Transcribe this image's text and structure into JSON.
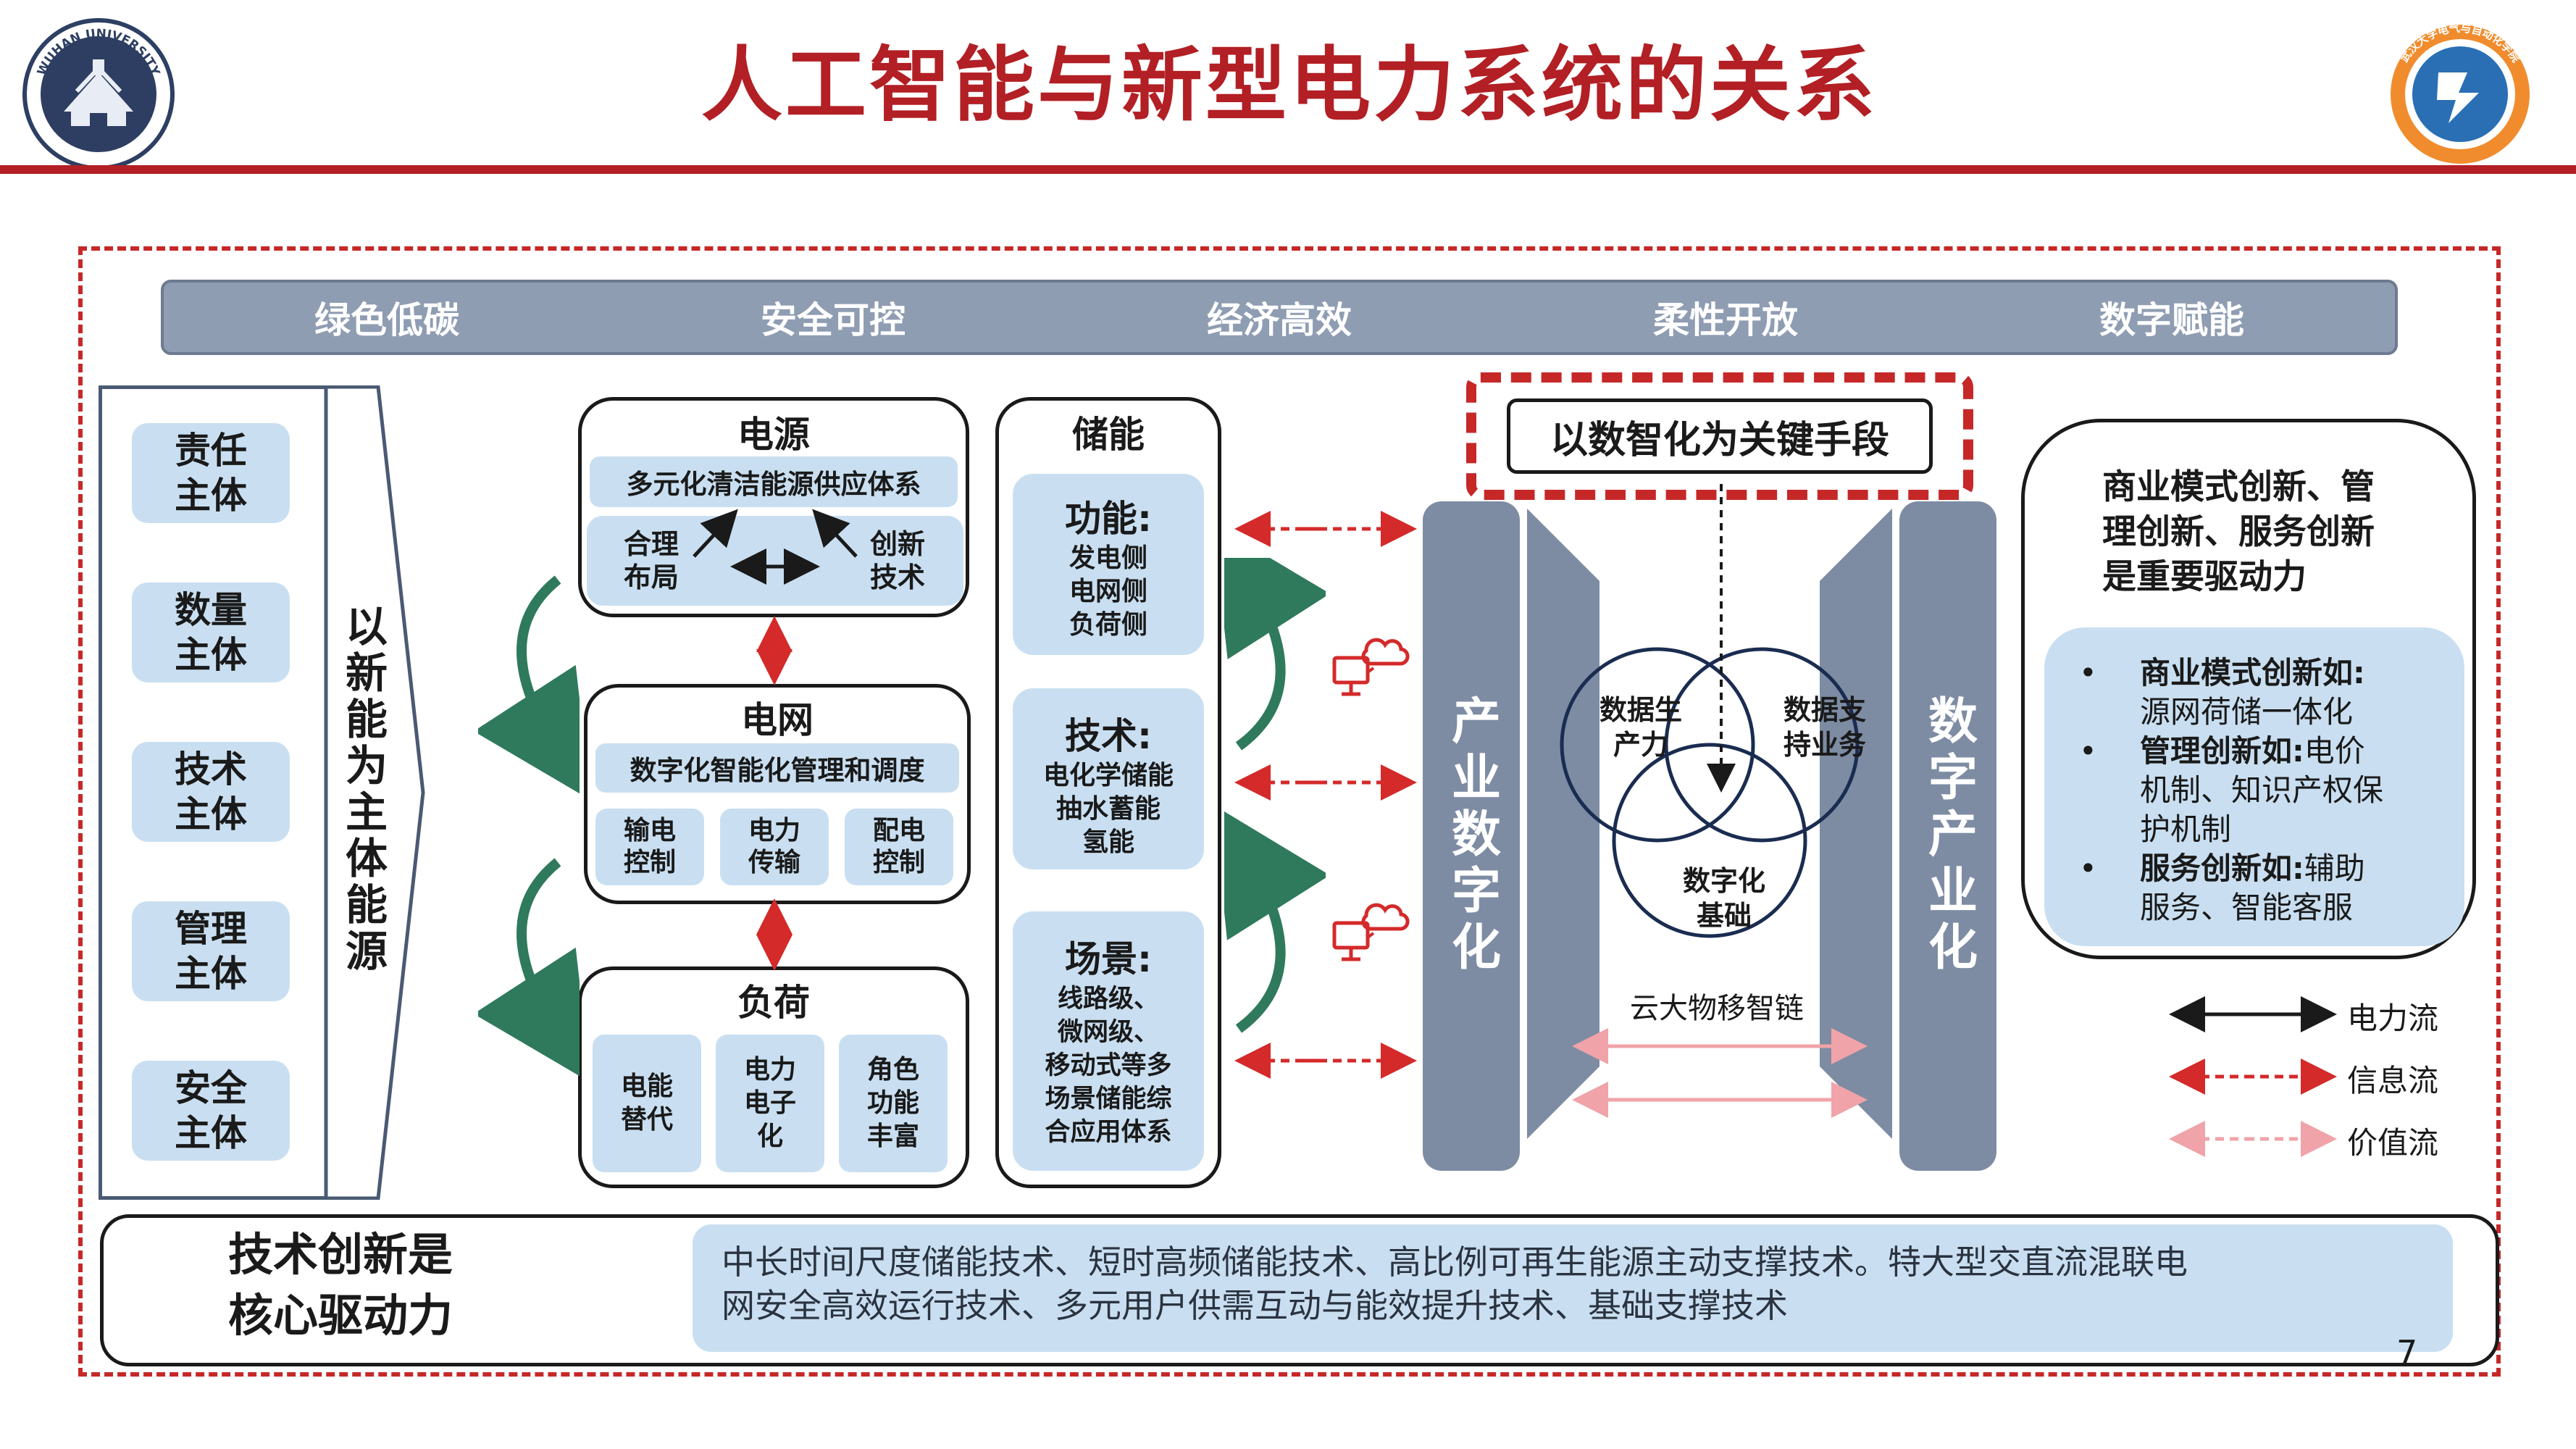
{
  "page": {
    "title": "人工智能与新型电力系统的关系",
    "page_number": "7",
    "logo_left_text": "WUHAN UNIVERSITY",
    "logo_right_text": "武汉大学电气与自动化学院"
  },
  "top_bar": [
    "绿色低碳",
    "安全可控",
    "经济高效",
    "柔性开放",
    "数字赋能"
  ],
  "left": {
    "subjects": [
      [
        "责任",
        "主体"
      ],
      [
        "数量",
        "主体"
      ],
      [
        "技术",
        "主体"
      ],
      [
        "管理",
        "主体"
      ],
      [
        "安全",
        "主体"
      ]
    ],
    "side_label": "以新能为主体能源"
  },
  "source": {
    "title": "电源",
    "subtitle": "多元化清洁能源供应体系",
    "left_label": [
      "合理",
      "布局"
    ],
    "right_label": [
      "创新",
      "技术"
    ]
  },
  "grid": {
    "title": "电网",
    "subtitle": "数字化智能化管理和调度",
    "items": [
      [
        "输电",
        "控制"
      ],
      [
        "电力",
        "传输"
      ],
      [
        "配电",
        "控制"
      ]
    ]
  },
  "load": {
    "title": "负荷",
    "items": [
      [
        "电能",
        "替代"
      ],
      [
        "电力",
        "电子",
        "化"
      ],
      [
        "角色",
        "功能",
        "丰富"
      ]
    ]
  },
  "storage": {
    "title": "储能",
    "function": {
      "head": "功能:",
      "lines": [
        "发电侧",
        "电网侧",
        "负荷侧"
      ]
    },
    "tech": {
      "head": "技术:",
      "lines": [
        "电化学储能",
        "抽水蓄能",
        "氢能"
      ]
    },
    "scene": {
      "head": "场景:",
      "lines": [
        "线路级、",
        "微网级、",
        "移动式等多",
        "场景储能综",
        "合应用体系"
      ]
    }
  },
  "digital": {
    "key_means": "以数智化为关键手段",
    "left_pillar": "产业数字化",
    "right_pillar": "数字产业化",
    "circle_left": [
      "数据生",
      "产力"
    ],
    "circle_right": [
      "数据支",
      "持业务"
    ],
    "circle_bottom": [
      "数字化",
      "基础"
    ],
    "chain_label": "云大物移智链"
  },
  "business": {
    "heading": [
      "商业模式创新、管",
      "理创新、服务创新",
      "是重要驱动力"
    ],
    "bullets": [
      {
        "bold": "商业模式创新如:",
        "lines": [
          "源网荷储一体化"
        ]
      },
      {
        "bold": "管理创新如:",
        "rest": "电价",
        "lines": [
          "机制、知识产权保",
          "护机制"
        ]
      },
      {
        "bold": "服务创新如:",
        "rest": "辅助",
        "lines": [
          "服务、智能客服"
        ]
      }
    ]
  },
  "legend": {
    "power_flow": "电力流",
    "info_flow": "信息流",
    "value_flow": "价值流"
  },
  "bottom": {
    "label": [
      "技术创新是",
      "核心驱动力"
    ],
    "text_lines": [
      "中长时间尺度储能技术、短时高频储能技术、高比例可再生能源主动支撑技术。特大型交直流混联电",
      "网安全高效运行技术、多元用户供需互动与能效提升技术、基础支撑技术"
    ]
  },
  "colors": {
    "title_red": "#b21f24",
    "slate": "#8f9db3",
    "light_blue": "#c9dff1",
    "arrow_green": "#2f7a5c",
    "info_red": "#d42a2a",
    "value_pink": "#f0a3a8"
  }
}
